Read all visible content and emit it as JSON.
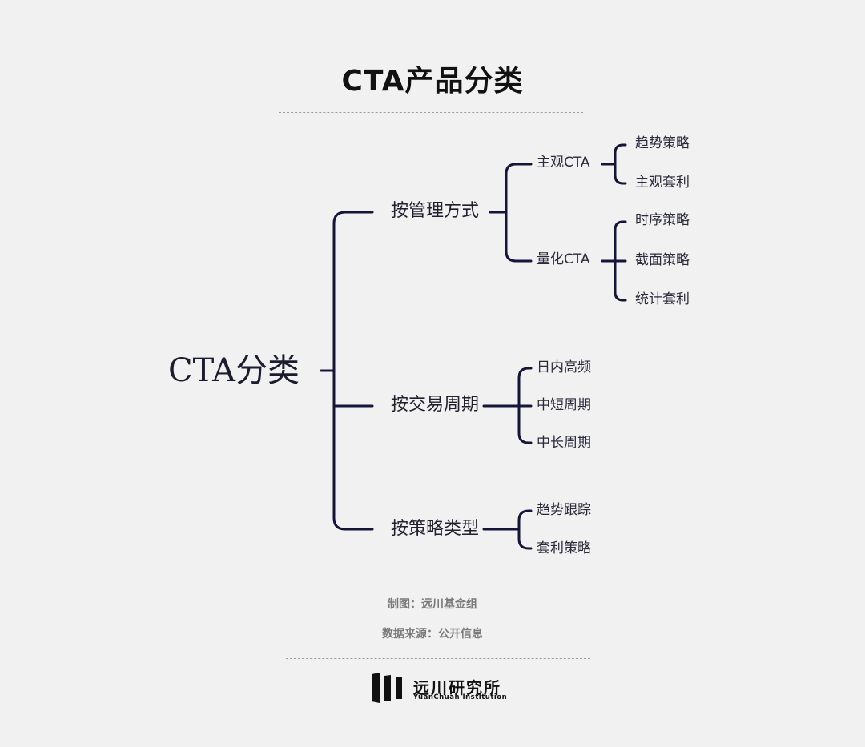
{
  "title": "CTA产品分类",
  "tree": {
    "root": "CTA分类",
    "branches": [
      {
        "label": "按管理方式",
        "children": [
          {
            "label": "主观CTA",
            "children": [
              "趋势策略",
              "主观套利"
            ]
          },
          {
            "label": "量化CTA",
            "children": [
              "时序策略",
              "截面策略",
              "统计套利"
            ]
          }
        ]
      },
      {
        "label": "按交易周期",
        "children": [
          {
            "label": "日内高频"
          },
          {
            "label": "中短周期"
          },
          {
            "label": "中长周期"
          }
        ]
      },
      {
        "label": "按策略类型",
        "children": [
          {
            "label": "趋势跟踪"
          },
          {
            "label": "套利策略"
          }
        ]
      }
    ]
  },
  "footer": {
    "credit": "制图：远川基金组",
    "source": "数据来源：公开信息"
  },
  "logo": {
    "cn": "远川研究所",
    "en": "YuanChuan Institution"
  },
  "colors": {
    "background": "#f1f1f1",
    "connector": "#15153a",
    "title": "#111111",
    "footer_text": "#7a7a7a"
  }
}
